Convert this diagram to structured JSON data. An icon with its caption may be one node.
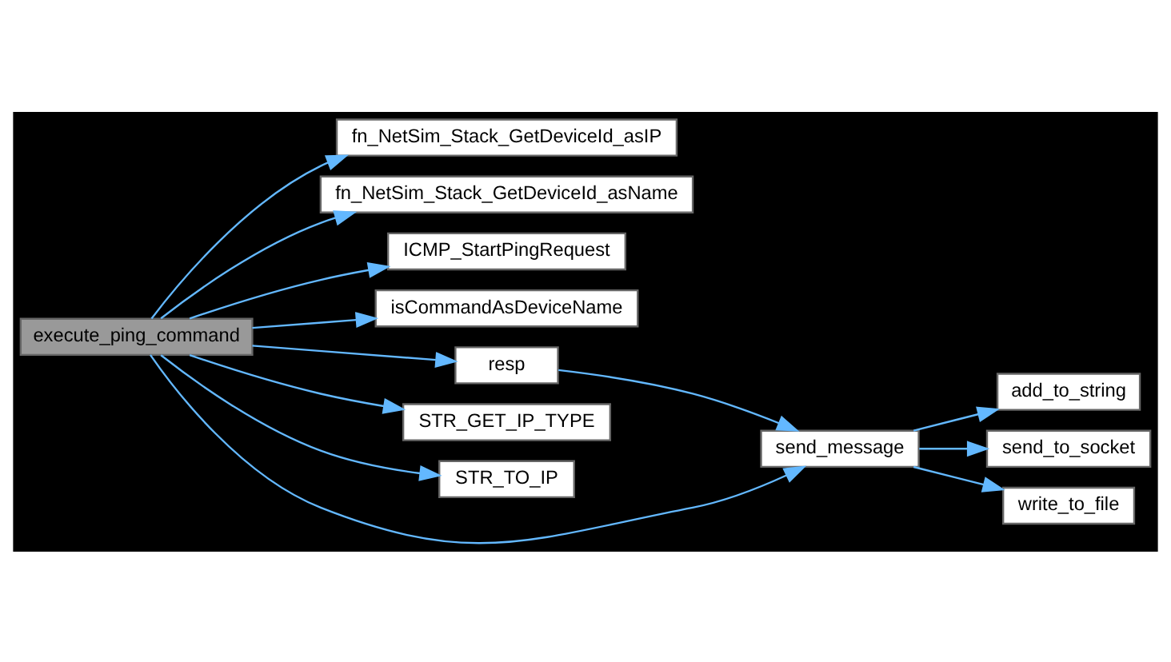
{
  "diagram": {
    "nodes": [
      {
        "text": [
          "execute_ping_command"
        ]
      },
      {
        "text": [
          "fn_NetSim_Stack_GetDeviceId_asIP"
        ]
      },
      {
        "text": [
          "fn_NetSim_Stack_GetDeviceId_asName"
        ]
      },
      {
        "text": [
          "ICMP_StartPingRequest"
        ]
      },
      {
        "text": [
          "isCommandAsDeviceName"
        ]
      },
      {
        "text": [
          "resp"
        ]
      },
      {
        "text": [
          "STR_GET_IP_TYPE"
        ]
      },
      {
        "text": [
          "STR_TO_IP"
        ]
      },
      {
        "text": [
          "send_message"
        ]
      },
      {
        "text": [
          "add_to_string"
        ]
      },
      {
        "text": [
          "send_to_socket"
        ]
      },
      {
        "text": [
          "write_to_file"
        ]
      }
    ],
    "edges": [
      {
        "from": 0,
        "to": 1,
        "arrow": "to"
      },
      {
        "from": 0,
        "to": 2,
        "arrow": "to"
      },
      {
        "from": 0,
        "to": 3,
        "arrow": "to"
      },
      {
        "from": 0,
        "to": 4,
        "arrow": "to"
      },
      {
        "from": 0,
        "to": 5,
        "arrow": "to"
      },
      {
        "from": 0,
        "to": 8,
        "arrow": "to"
      },
      {
        "from": 0,
        "to": 6,
        "arrow": "to"
      },
      {
        "from": 0,
        "to": 7,
        "arrow": "to"
      },
      {
        "from": 5,
        "to": 8,
        "arrow": "to"
      },
      {
        "from": 8,
        "to": 9,
        "arrow": "to"
      },
      {
        "from": 8,
        "to": 10,
        "arrow": "to"
      },
      {
        "from": 8,
        "to": 11,
        "arrow": "to"
      }
    ]
  }
}
